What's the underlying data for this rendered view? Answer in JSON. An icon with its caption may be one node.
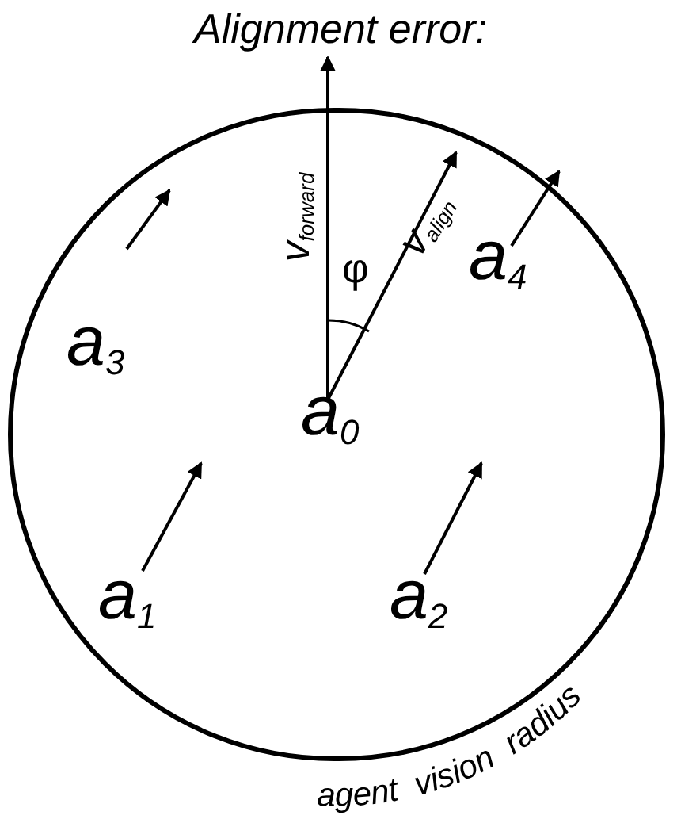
{
  "diagram": {
    "title": "Alignment error:",
    "nodes": [
      {
        "text": [
          "agent vision radius"
        ]
      }
    ],
    "labels": [
      "v$_{forward}$",
      "v$_{align}$",
      "φ",
      "a$_{3}$",
      "a$_{4}$",
      "a$_{0}$",
      "a$_{1}$",
      "a$_{2}$"
    ]
  }
}
